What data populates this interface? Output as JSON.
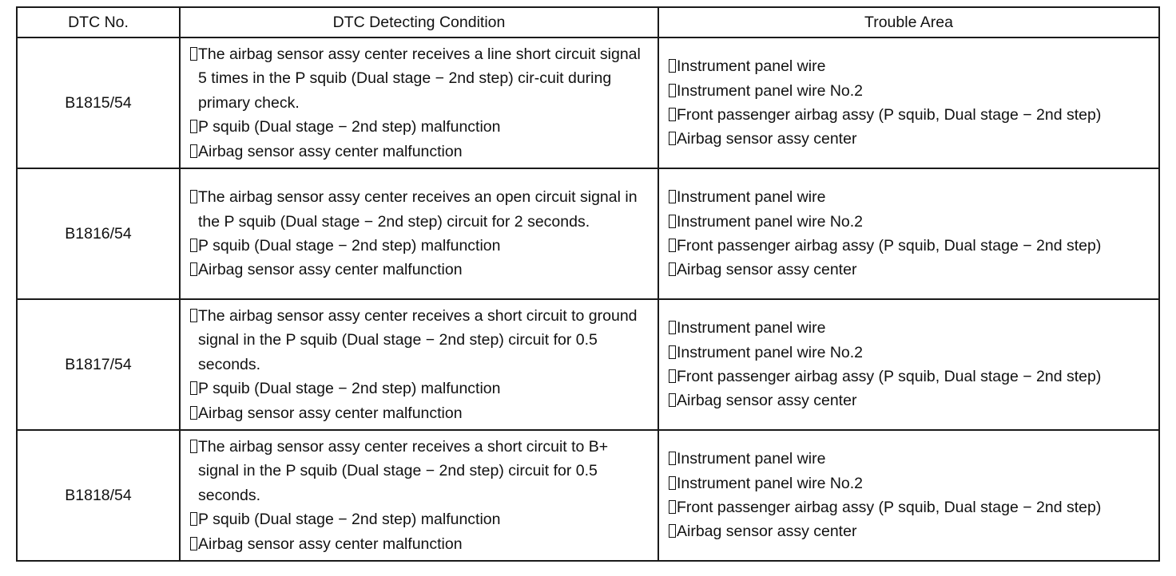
{
  "table": {
    "headers": [
      "DTC No.",
      "DTC Detecting Condition",
      "Trouble Area"
    ],
    "rows": [
      {
        "code": "B1815/54",
        "conditions": [
          "The airbag sensor assy center receives a line short circuit signal 5 times in the P squib (Dual stage − 2nd step) cir-cuit during primary check.",
          "P squib (Dual stage − 2nd step) malfunction",
          "Airbag sensor assy center malfunction"
        ],
        "areas": [
          "Instrument panel wire",
          "Instrument panel wire No.2",
          "Front passenger airbag assy (P squib, Dual stage − 2nd step)",
          "Airbag sensor assy center"
        ]
      },
      {
        "code": "B1816/54",
        "conditions": [
          "The airbag sensor assy center receives an open circuit signal in the P squib (Dual stage − 2nd step) circuit for 2 seconds.",
          "P squib (Dual stage − 2nd step) malfunction",
          "Airbag sensor assy center malfunction"
        ],
        "areas": [
          "Instrument panel wire",
          "Instrument panel wire No.2",
          "Front passenger airbag assy (P squib, Dual stage − 2nd step)",
          "Airbag sensor assy center"
        ]
      },
      {
        "code": "B1817/54",
        "conditions": [
          "The airbag sensor assy center receives a short circuit to ground signal in the P squib (Dual stage − 2nd step) circuit for 0.5 seconds.",
          "P squib (Dual stage − 2nd step) malfunction",
          "Airbag sensor assy center malfunction"
        ],
        "areas": [
          "Instrument panel wire",
          "Instrument panel wire No.2",
          "Front passenger airbag assy (P squib, Dual stage − 2nd step)",
          "Airbag sensor assy center"
        ]
      },
      {
        "code": "B1818/54",
        "conditions": [
          "The airbag sensor assy center receives a short circuit to B+ signal in the P squib (Dual stage − 2nd step) circuit for 0.5 seconds.",
          "P squib (Dual stage − 2nd step) malfunction",
          "Airbag sensor assy center malfunction"
        ],
        "areas": [
          "Instrument panel wire",
          "Instrument panel wire No.2",
          "Front passenger airbag assy (P squib, Dual stage − 2nd step)",
          "Airbag sensor assy center"
        ]
      }
    ]
  }
}
